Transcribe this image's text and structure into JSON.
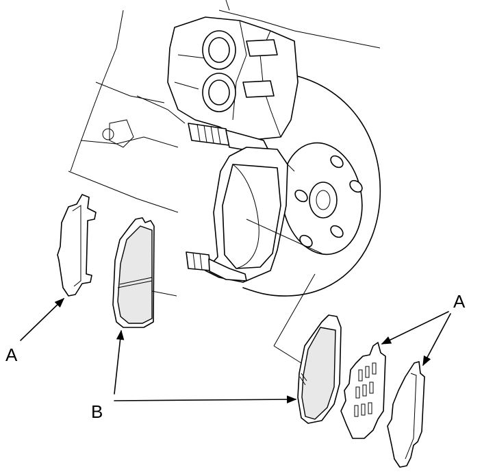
{
  "labels": {
    "a_left": "A",
    "a_right": "A",
    "b": "B"
  },
  "colors": {
    "line": "#000000",
    "background": "#ffffff"
  }
}
